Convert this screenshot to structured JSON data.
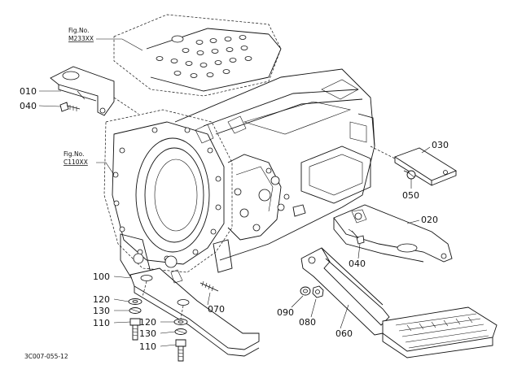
{
  "figure_refs": [
    {
      "line1": "Fig.No.",
      "line2": "M233XX"
    },
    {
      "line1": "Fig.No.",
      "line2": "C110XX"
    }
  ],
  "parts": [
    {
      "number": "010"
    },
    {
      "number": "040"
    },
    {
      "number": "030"
    },
    {
      "number": "050"
    },
    {
      "number": "020"
    },
    {
      "number": "040"
    },
    {
      "number": "100"
    },
    {
      "number": "070"
    },
    {
      "number": "120"
    },
    {
      "number": "130"
    },
    {
      "number": "110"
    },
    {
      "number": "120"
    },
    {
      "number": "130"
    },
    {
      "number": "110"
    },
    {
      "number": "090"
    },
    {
      "number": "080"
    },
    {
      "number": "060"
    }
  ],
  "drawing_code": "3C007-055-12"
}
